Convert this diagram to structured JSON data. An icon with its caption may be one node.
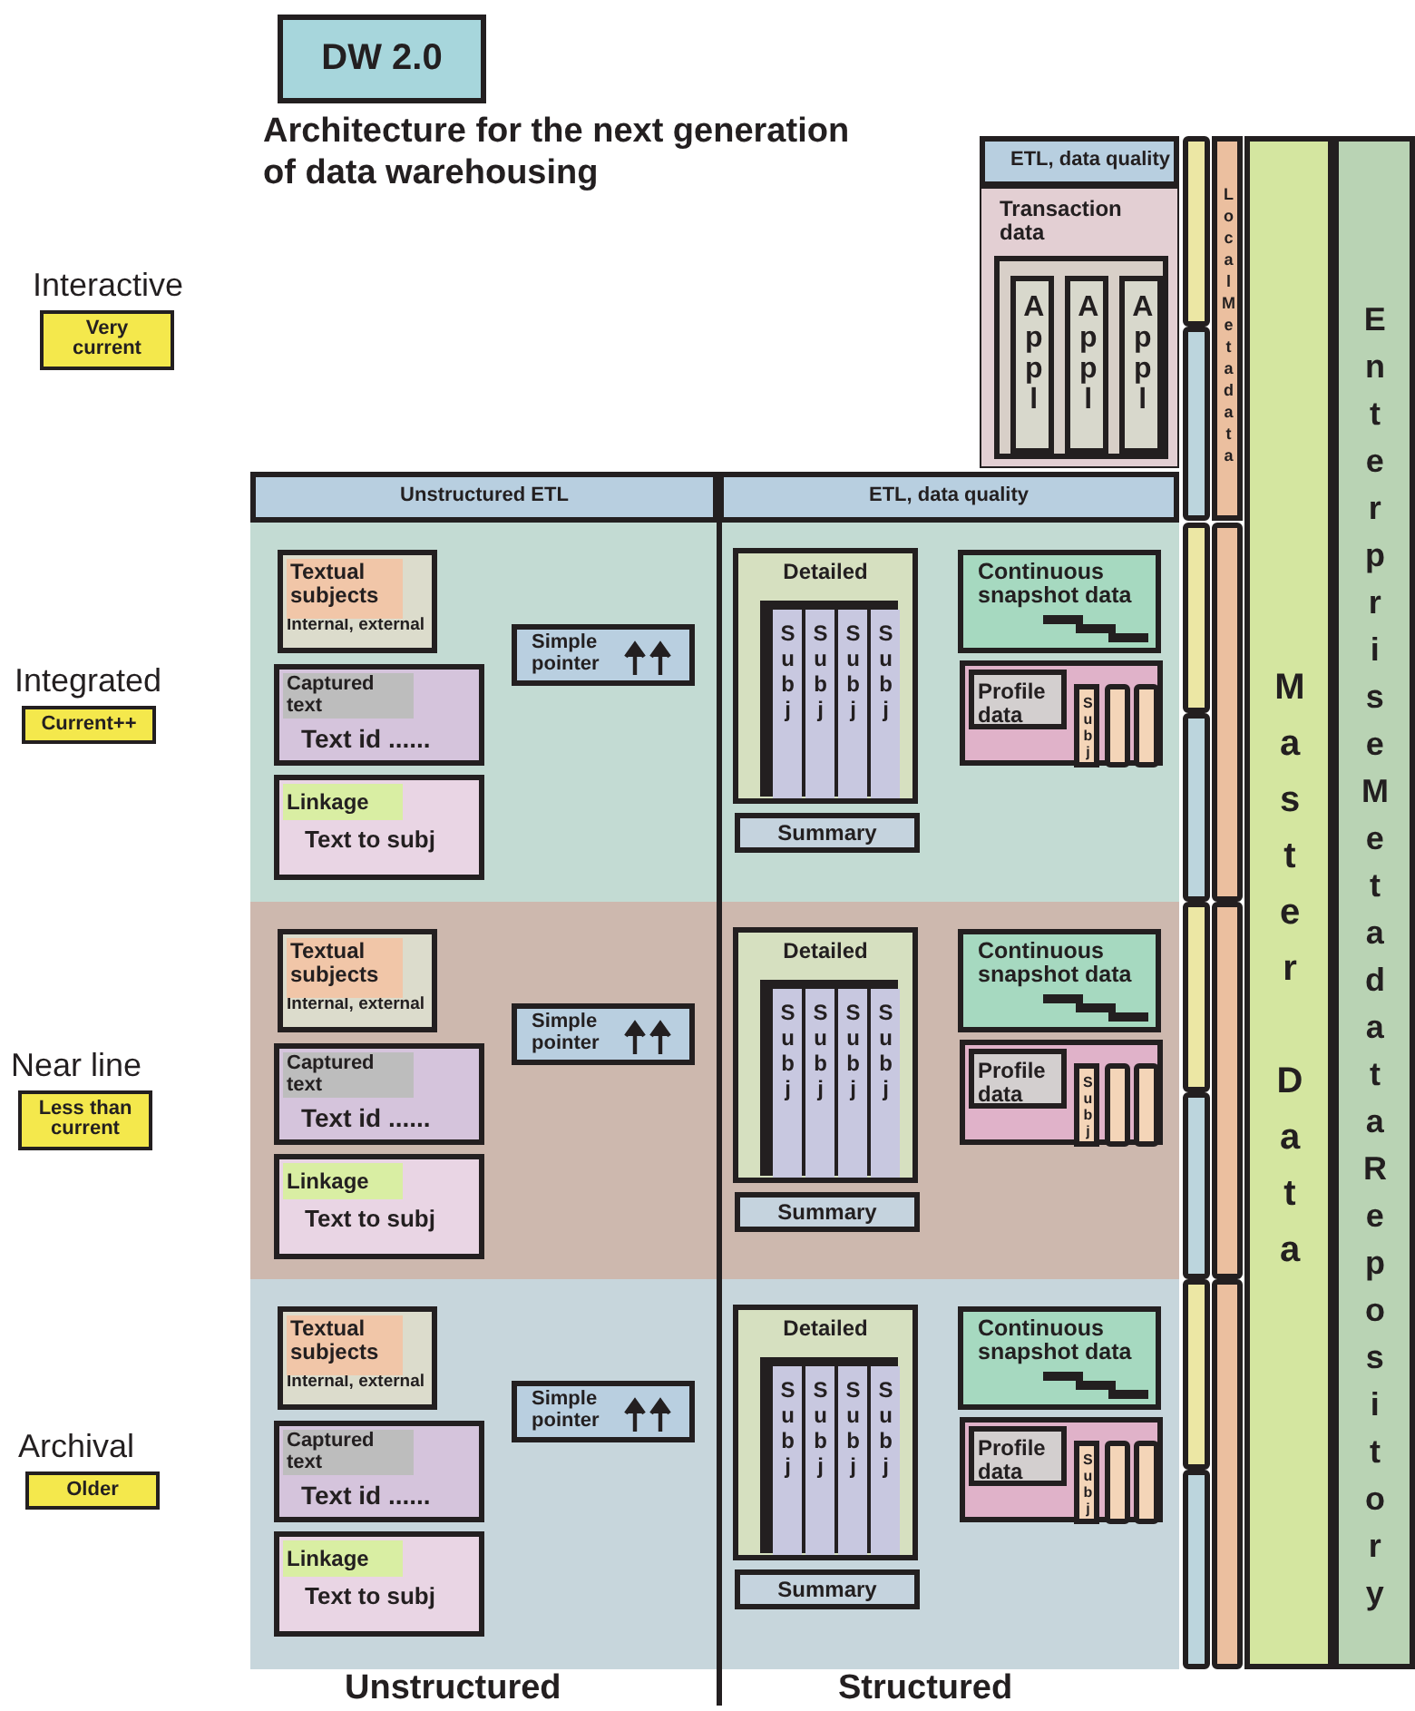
{
  "diagram": {
    "title": "Architecture for the next generation of data warehousing",
    "nodes": [
      {
        "text": [
          "DW 2.0"
        ]
      },
      {
        "text": [
          "Interactive",
          "Very current"
        ]
      },
      {
        "text": [
          "ETL, data quality"
        ]
      },
      {
        "text": [
          "Transaction data"
        ]
      },
      {
        "text": [],
        "shape": "box",
        "in": 3
      },
      {
        "text": [
          "Appl"
        ],
        "in": 4
      },
      {
        "text": [
          "Appl"
        ],
        "in": 4
      },
      {
        "text": [
          "Appl"
        ],
        "in": 4
      },
      {
        "text": [],
        "shape": "bar"
      },
      {
        "text": [],
        "shape": "bar"
      },
      {
        "text": [
          "LocalMetadata"
        ]
      },
      {
        "text": [
          "Master Data"
        ]
      },
      {
        "text": [
          "EnterpriseMetadataRepository"
        ]
      },
      {
        "text": [
          "Unstructured ETL"
        ]
      },
      {
        "text": [
          "ETL, data quality"
        ]
      },
      {
        "text": [
          "Integrated",
          "Current++"
        ]
      },
      {
        "text": [],
        "shape": "box"
      },
      {
        "text": [
          "Internal, external"
        ],
        "in": 16
      },
      {
        "text": [
          "Textual subjects"
        ],
        "in": 17
      },
      {
        "text": [
          "Text id ......"
        ],
        "in": 16
      },
      {
        "text": [
          "Captured text"
        ],
        "in": 19
      },
      {
        "text": [
          "Text to subj"
        ],
        "in": 16
      },
      {
        "text": [
          "Linkage"
        ],
        "in": 21
      },
      {
        "text": [
          "Simple pointer"
        ],
        "in": 16
      },
      {
        "text": [
          "Detailed"
        ],
        "in": 16
      },
      {
        "text": [],
        "shape": "box",
        "in": 24
      },
      {
        "text": [
          "Subj"
        ],
        "in": 25
      },
      {
        "text": [
          "Subj"
        ],
        "in": 25
      },
      {
        "text": [
          "Subj"
        ],
        "in": 25
      },
      {
        "text": [
          "Subj"
        ],
        "in": 25
      },
      {
        "text": [
          "Summary"
        ],
        "in": 16
      },
      {
        "text": [
          "Continuous snapshot data"
        ],
        "in": 16
      },
      {
        "text": [],
        "shape": "box",
        "in": 16
      },
      {
        "text": [
          "Profile data"
        ],
        "in": 32
      },
      {
        "text": [
          "Subj"
        ],
        "in": 32
      },
      {
        "text": [],
        "shape": "bar",
        "in": 32
      },
      {
        "text": [],
        "shape": "bar",
        "in": 32
      },
      {
        "text": [],
        "shape": "bar"
      },
      {
        "text": [],
        "shape": "bar"
      },
      {
        "text": [],
        "shape": "bar"
      },
      {
        "text": [
          "Near line",
          "Less than current"
        ]
      },
      {
        "text": [],
        "shape": "box"
      },
      {
        "text": [
          "Internal, external"
        ],
        "in": 41
      },
      {
        "text": [
          "Textual subjects"
        ],
        "in": 42
      },
      {
        "text": [
          "Text id ......"
        ],
        "in": 41
      },
      {
        "text": [
          "Captured text"
        ],
        "in": 44
      },
      {
        "text": [
          "Text to subj"
        ],
        "in": 41
      },
      {
        "text": [
          "Linkage"
        ],
        "in": 46
      },
      {
        "text": [
          "Simple pointer"
        ],
        "in": 41
      },
      {
        "text": [
          "Detailed"
        ],
        "in": 41
      },
      {
        "text": [],
        "shape": "box",
        "in": 49
      },
      {
        "text": [
          "Subj"
        ],
        "in": 50
      },
      {
        "text": [
          "Subj"
        ],
        "in": 50
      },
      {
        "text": [
          "Subj"
        ],
        "in": 50
      },
      {
        "text": [
          "Subj"
        ],
        "in": 50
      },
      {
        "text": [
          "Summary"
        ],
        "in": 41
      },
      {
        "text": [
          "Continuous snapshot data"
        ],
        "in": 41
      },
      {
        "text": [],
        "shape": "box",
        "in": 41
      },
      {
        "text": [
          "Profile data"
        ],
        "in": 57
      },
      {
        "text": [
          "Subj"
        ],
        "in": 57
      },
      {
        "text": [],
        "shape": "bar",
        "in": 57
      },
      {
        "text": [],
        "shape": "bar",
        "in": 57
      },
      {
        "text": [],
        "shape": "bar"
      },
      {
        "text": [],
        "shape": "bar"
      },
      {
        "text": [],
        "shape": "bar"
      },
      {
        "text": [
          "Archival",
          "Older"
        ]
      },
      {
        "text": [],
        "shape": "box"
      },
      {
        "text": [
          "Internal, external"
        ],
        "in": 66
      },
      {
        "text": [
          "Textual subjects"
        ],
        "in": 67
      },
      {
        "text": [
          "Text id ......"
        ],
        "in": 66
      },
      {
        "text": [
          "Captured text"
        ],
        "in": 69
      },
      {
        "text": [
          "Text to subj"
        ],
        "in": 66
      },
      {
        "text": [
          "Linkage"
        ],
        "in": 71
      },
      {
        "text": [
          "Simple pointer"
        ],
        "in": 66
      },
      {
        "text": [
          "Detailed"
        ],
        "in": 66
      },
      {
        "text": [],
        "shape": "box",
        "in": 74
      },
      {
        "text": [
          "Subj"
        ],
        "in": 75
      },
      {
        "text": [
          "Subj"
        ],
        "in": 75
      },
      {
        "text": [
          "Subj"
        ],
        "in": 75
      },
      {
        "text": [
          "Subj"
        ],
        "in": 75
      },
      {
        "text": [
          "Summary"
        ],
        "in": 66
      },
      {
        "text": [
          "Continuous snapshot data"
        ],
        "in": 66
      },
      {
        "text": [],
        "shape": "box",
        "in": 66
      },
      {
        "text": [
          "Profile data"
        ],
        "in": 82
      },
      {
        "text": [
          "Subj"
        ],
        "in": 82
      },
      {
        "text": [],
        "shape": "bar",
        "in": 82
      },
      {
        "text": [],
        "shape": "bar",
        "in": 82
      },
      {
        "text": [],
        "shape": "bar"
      },
      {
        "text": [],
        "shape": "bar"
      },
      {
        "text": [],
        "shape": "bar"
      }
    ],
    "labels": [
      "Unstructured",
      "Structured"
    ]
  }
}
